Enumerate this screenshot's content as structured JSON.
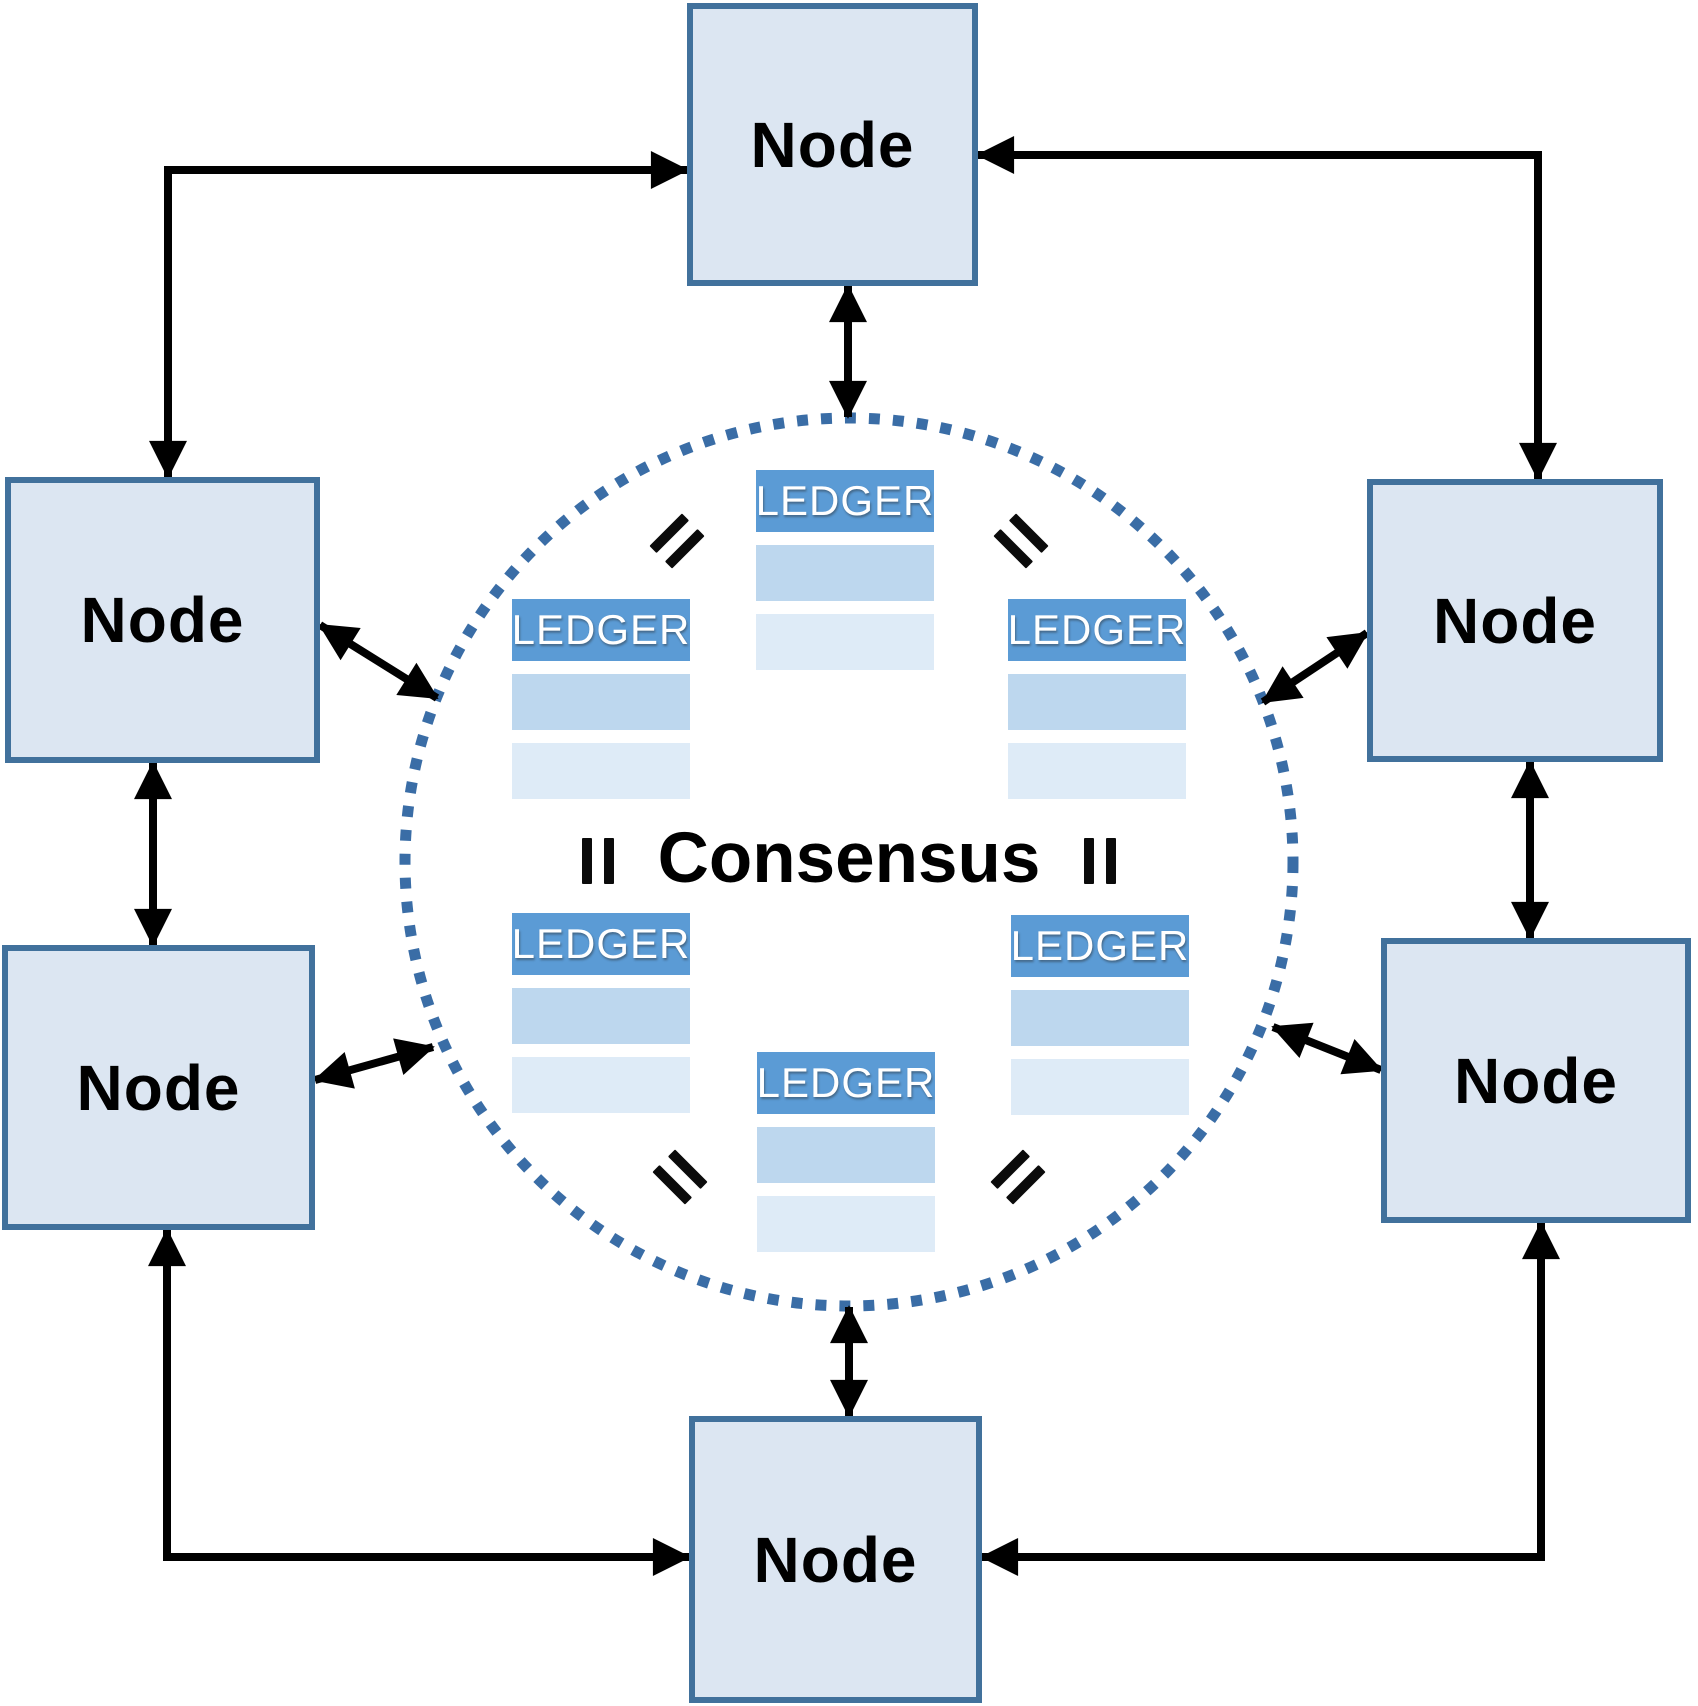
{
  "diagram": {
    "type": "network-consensus-diagram",
    "center_label": "Consensus",
    "nodes": [
      {
        "id": "top",
        "label": "Node"
      },
      {
        "id": "upper-left",
        "label": "Node"
      },
      {
        "id": "upper-right",
        "label": "Node"
      },
      {
        "id": "lower-left",
        "label": "Node"
      },
      {
        "id": "lower-right",
        "label": "Node"
      },
      {
        "id": "bottom",
        "label": "Node"
      }
    ],
    "ledgers": [
      {
        "id": "top",
        "header": "LEDGER",
        "rows": 2
      },
      {
        "id": "middle-left",
        "header": "LEDGER",
        "rows": 2
      },
      {
        "id": "middle-right",
        "header": "LEDGER",
        "rows": 2
      },
      {
        "id": "lower-left",
        "header": "LEDGER",
        "rows": 2
      },
      {
        "id": "lower-right",
        "header": "LEDGER",
        "rows": 2
      },
      {
        "id": "bottom",
        "header": "LEDGER",
        "rows": 2
      }
    ],
    "icons": {
      "equals": {
        "name": "equals-icon",
        "count": 6,
        "meaning": "ledgers are identical"
      },
      "arrows": {
        "name": "double-arrow-icon",
        "meaning": "bidirectional communication"
      }
    },
    "colors": {
      "node_fill": "#dce6f2",
      "node_border": "#41719c",
      "ledger_header": "#5b9bd5",
      "ledger_row_1": "#bdd7ee",
      "ledger_row_2": "#deebf7",
      "circle_dots": "#3a6da6",
      "arrow": "#000000",
      "text": "#000000",
      "ledger_text": "#ffffff"
    }
  }
}
